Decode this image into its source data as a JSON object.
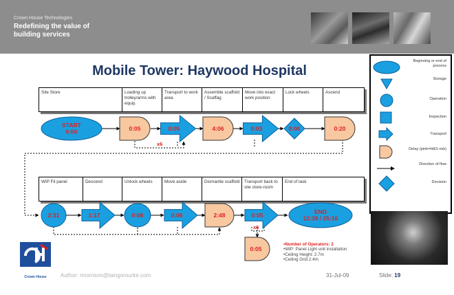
{
  "header": {
    "company": "Crown House Technologies",
    "tagline": "Redefining the value of building services"
  },
  "title": "Mobile Tower: Haywood Hospital",
  "row1": {
    "headers": [
      "Site Store",
      "Loading up trolley/arms with equip.",
      "Transport to work area",
      "Assemble scaffold / Scaffag",
      "Move into exact work position",
      "Lock wheels",
      "Ascend"
    ],
    "nodes": [
      {
        "shape": "ellipse",
        "text": "START\n0:00"
      },
      {
        "shape": "delay",
        "text": "0:05"
      },
      {
        "shape": "arrow",
        "text": "0:05"
      },
      {
        "shape": "delay",
        "text": "4:06"
      },
      {
        "shape": "arrow",
        "text": "0:03"
      },
      {
        "shape": "diamond",
        "text": "0:06"
      },
      {
        "shape": "delay",
        "text": "0:20"
      }
    ],
    "loop_label": "x6"
  },
  "row2": {
    "headers": [
      "WIP Fit panel",
      "Descend",
      "Unlock wheels",
      "Move aside",
      "Dismantle scaffold",
      "Transport back to site store-room",
      "End of task"
    ],
    "nodes": [
      {
        "shape": "circle",
        "text": "2:31"
      },
      {
        "shape": "arrow",
        "text": "1:17"
      },
      {
        "shape": "circle",
        "text": "0:06"
      },
      {
        "shape": "arrow",
        "text": "0:06"
      },
      {
        "shape": "delay",
        "text": "2:48"
      },
      {
        "shape": "arrow",
        "text": "0:05"
      },
      {
        "shape": "ellipse",
        "text": "END\n12:38 / 25:16"
      }
    ],
    "loop_label": "x6",
    "extra_delay": "0:05"
  },
  "legend": [
    {
      "icon": "ellipse",
      "label": "Beginning or end of process"
    },
    {
      "icon": "triangle",
      "label": "Storage"
    },
    {
      "icon": "circle",
      "label": "Operation"
    },
    {
      "icon": "square",
      "label": "Inspection"
    },
    {
      "icon": "arrow",
      "label": "Transport"
    },
    {
      "icon": "delay",
      "label": "Delay (pink=H&S risk)"
    },
    {
      "icon": "line-arrow",
      "label": "Direction of flow"
    },
    {
      "icon": "diamond",
      "label": "Decision"
    }
  ],
  "notes": [
    "•Number of Operators: 2",
    "•WIP: Panel Light unit installation",
    "•Ceiling Height: 2.7m",
    "•Ceiling Grid 2.4m"
  ],
  "logo_text": "Crown House",
  "footer": {
    "author": "Author: rmorrison@laingorourke.com",
    "date": "31-Jul-09",
    "slide_label": "Slide:",
    "slide_number": "19"
  },
  "colors": {
    "blue_fill": "#1aa0e0",
    "delay_fill": "#f8c8a0",
    "red_text": "#e02020",
    "title_blue": "#1f3864",
    "header_grey": "#8d8d8d"
  }
}
